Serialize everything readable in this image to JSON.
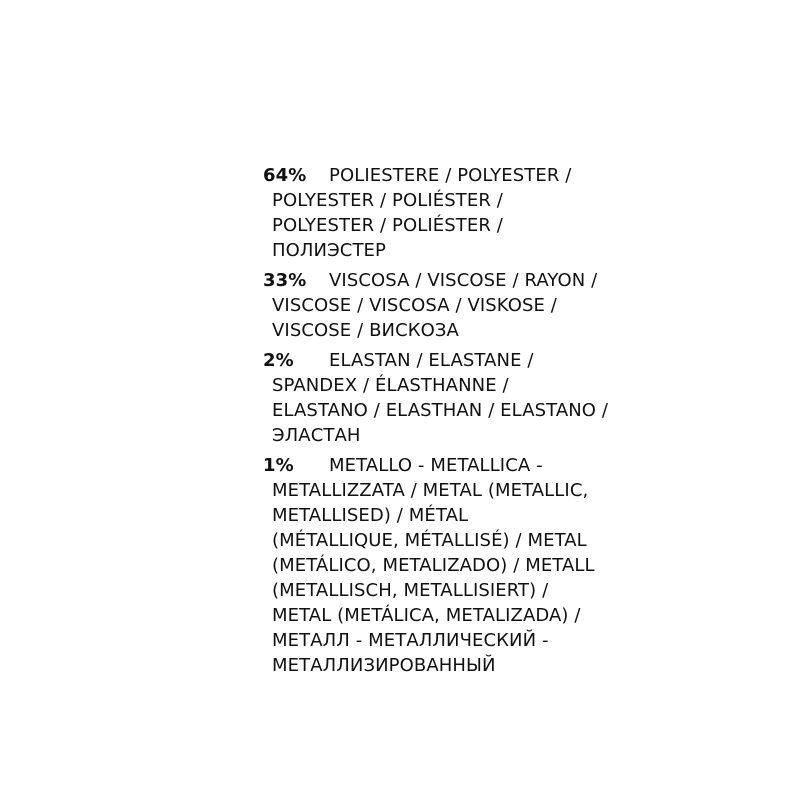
{
  "composition": [
    {
      "percent": "64%",
      "lines": [
        "POLIESTERE / POLYESTER /",
        "POLYESTER / POLIÉSTER /",
        "POLYESTER / POLIÉSTER /",
        "ПОЛИЭСТЕР"
      ]
    },
    {
      "percent": "33%",
      "lines": [
        "VISCOSA / VISCOSE / RAYON /",
        "VISCOSE / VISCOSA / VISKOSE /",
        "VISCOSE / ВИСКОЗА"
      ]
    },
    {
      "percent": "2%",
      "lines": [
        "ELASTAN / ELASTANE /",
        "SPANDEX / ÉLASTHANNE /",
        "ELASTANO / ELASTHAN / ELASTANO /",
        "ЭЛАСТАН"
      ]
    },
    {
      "percent": "1%",
      "lines": [
        "METALLO - METALLICA -",
        "METALLIZZATA / METAL (METALLIC,",
        "METALLISED) / MÉTAL",
        "(MÉTALLIQUE, MÉTALLISÉ) / METAL",
        "(METÁLICO, METALIZADO) / METALL",
        "(METALLISCH, METALLISIERT) /",
        "METAL (METÁLICA, METALIZADA) /",
        "МЕТАЛЛ - МЕТАЛЛИЧЕСКИЙ -",
        "МЕТАЛЛИЗИРОВАННЫЙ"
      ]
    }
  ]
}
